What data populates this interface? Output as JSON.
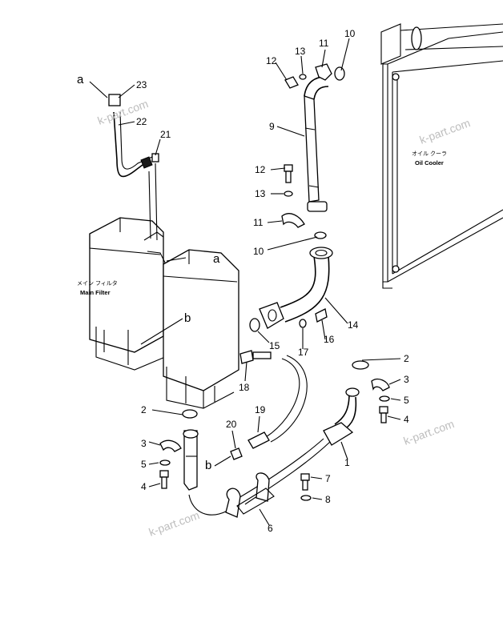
{
  "callouts": {
    "n10a": "10",
    "n11a": "11",
    "n12a": "12",
    "n13a": "13",
    "n9": "9",
    "n12b": "12",
    "n13b": "13",
    "n11b": "11",
    "n10b": "10",
    "n14": "14",
    "n15": "15",
    "n16": "16",
    "n17": "17",
    "n18": "18",
    "n21": "21",
    "n22": "22",
    "n23": "23",
    "n2a": "2",
    "n3a": "3",
    "n5a": "5",
    "n4a": "4",
    "n2b": "2",
    "n3b": "3",
    "n5b": "5",
    "n4b": "4",
    "n1": "1",
    "n7": "7",
    "n8": "8",
    "n6": "6",
    "n19": "19",
    "n20": "20"
  },
  "refs": {
    "a_top": "a",
    "a_mid": "a",
    "b_mid": "b",
    "b_bottom": "b"
  },
  "labels": {
    "main_filter_jp": "メイン フィルタ",
    "main_filter_en": "Main Filter",
    "oil_cooler_jp": "オイル クーラ",
    "oil_cooler_en": "Oil Cooler"
  },
  "watermarks": {
    "w1": "k-part.com",
    "w2": "k-part.com",
    "w3": "k-part.com",
    "w4": "k-part.com"
  }
}
